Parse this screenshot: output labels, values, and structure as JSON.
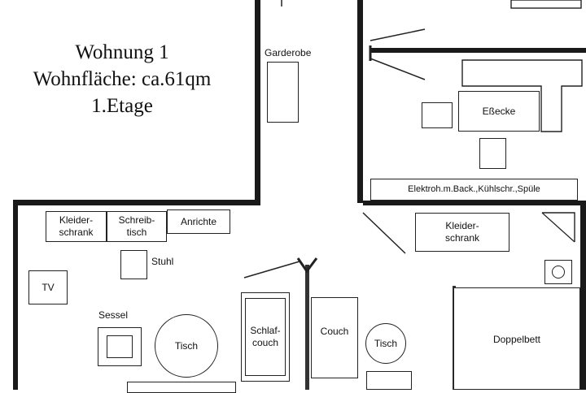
{
  "title": {
    "line1": "Wohnung 1",
    "line2": "Wohnfläche: ca.61qm",
    "line3": "1.Etage"
  },
  "labels": {
    "garderobe": "Garderobe",
    "essecke": "Eßecke",
    "kitchen_row": "Elektroh.m.Back.,Kühlschr.,Spüle",
    "kleiderschrank_left_1": "Kleider-",
    "kleiderschrank_left_2": "schrank",
    "schreibtisch_1": "Schreib-",
    "schreibtisch_2": "tisch",
    "anrichte": "Anrichte",
    "kleiderschrank_right_1": "Kleider-",
    "kleiderschrank_right_2": "schrank",
    "stuhl": "Stuhl",
    "tv": "TV",
    "sessel": "Sessel",
    "tisch_left": "Tisch",
    "schlafcouch_1": "Schlaf-",
    "schlafcouch_2": "couch",
    "couch": "Couch",
    "tisch_right": "Tisch",
    "doppelbett": "Doppelbett"
  }
}
